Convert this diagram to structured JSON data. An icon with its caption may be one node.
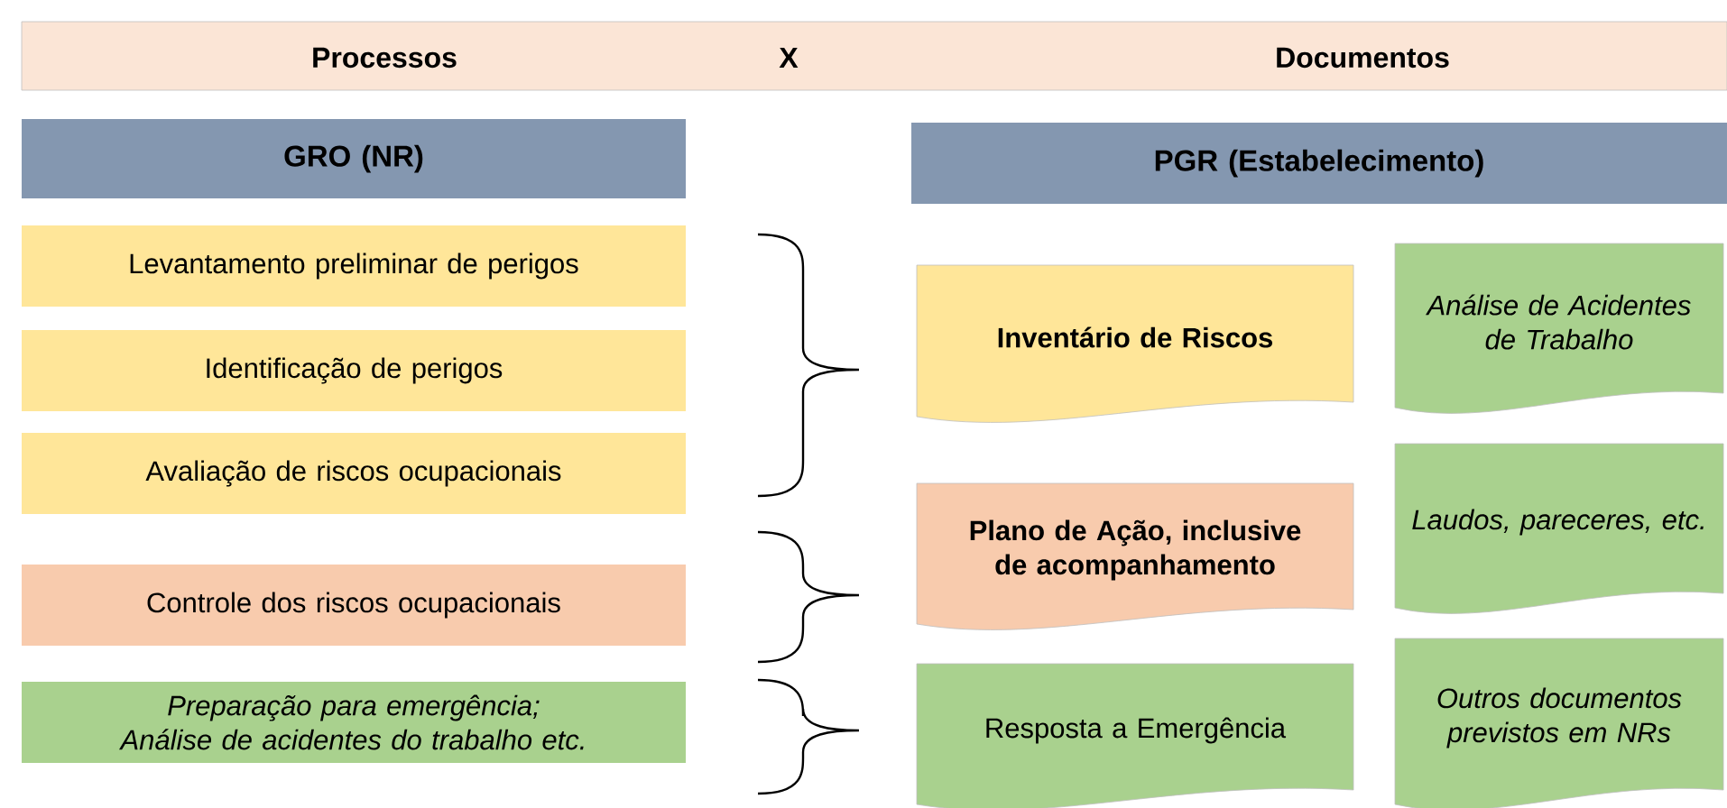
{
  "diagram": {
    "nodes": [
      {
        "text": [
          "Processos",
          "X",
          "Documentos"
        ]
      },
      {
        "text": [
          "GRO (NR)"
        ]
      },
      {
        "text": [
          "PGR (Estabelecimento)"
        ]
      },
      {
        "text": [
          "Levantamento preliminar de perigos"
        ]
      },
      {
        "text": [
          "Identificação de perigos"
        ]
      },
      {
        "text": [
          "Avaliação de riscos ocupacionais"
        ]
      },
      {
        "text": [
          "Controle dos riscos ocupacionais"
        ]
      },
      {
        "text": [
          "Preparação para emergência; Análise de acidentes do trabalho etc."
        ]
      },
      {
        "text": [
          "Inventário de Riscos"
        ]
      },
      {
        "text": [
          "Análise de Acidentes de Trabalho"
        ]
      },
      {
        "text": [
          "Plano de Ação, inclusive de acompanhamento"
        ]
      },
      {
        "text": [
          "Laudos, pareceres, etc."
        ]
      },
      {
        "text": [
          "Resposta a Emergência"
        ]
      },
      {
        "text": [
          "Outros documentos previstos em NRs"
        ]
      }
    ]
  }
}
